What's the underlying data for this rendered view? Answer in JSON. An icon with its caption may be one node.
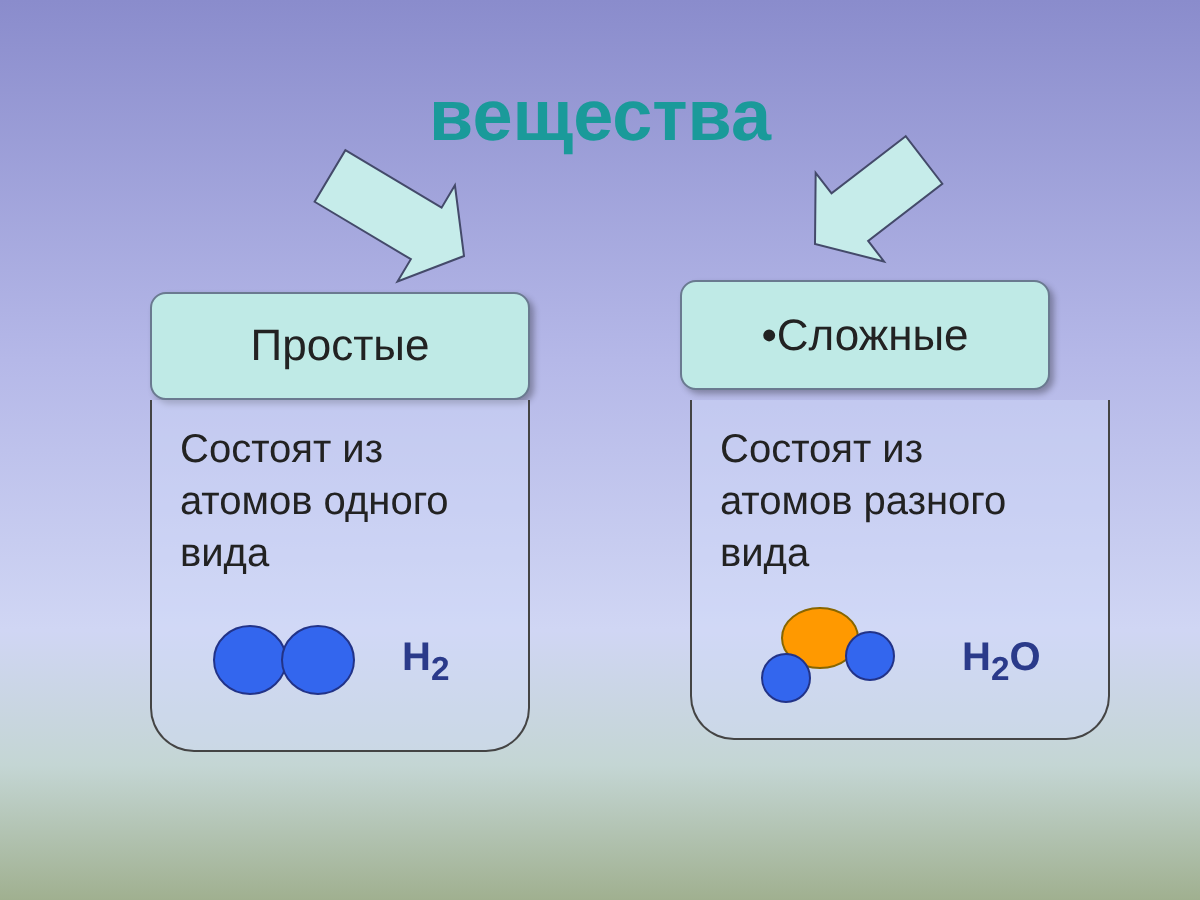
{
  "diagram": {
    "nodes": [
      {
        "text": [
          "вещества"
        ]
      },
      {
        "text": [
          "Простые"
        ]
      },
      {
        "text": [
          "Состоят из атомов одного вида",
          "H$_{2}$"
        ]
      },
      {
        "text": [
          "•Сложные"
        ]
      },
      {
        "text": [
          "Состоят из атомов разного вида",
          "H$_{2}$O"
        ]
      }
    ],
    "edges": [
      {
        "from": 0,
        "to": 1,
        "arrow": "to",
        "style": "thick"
      },
      {
        "from": 0,
        "to": 3,
        "arrow": "to",
        "style": "thick"
      }
    ]
  }
}
